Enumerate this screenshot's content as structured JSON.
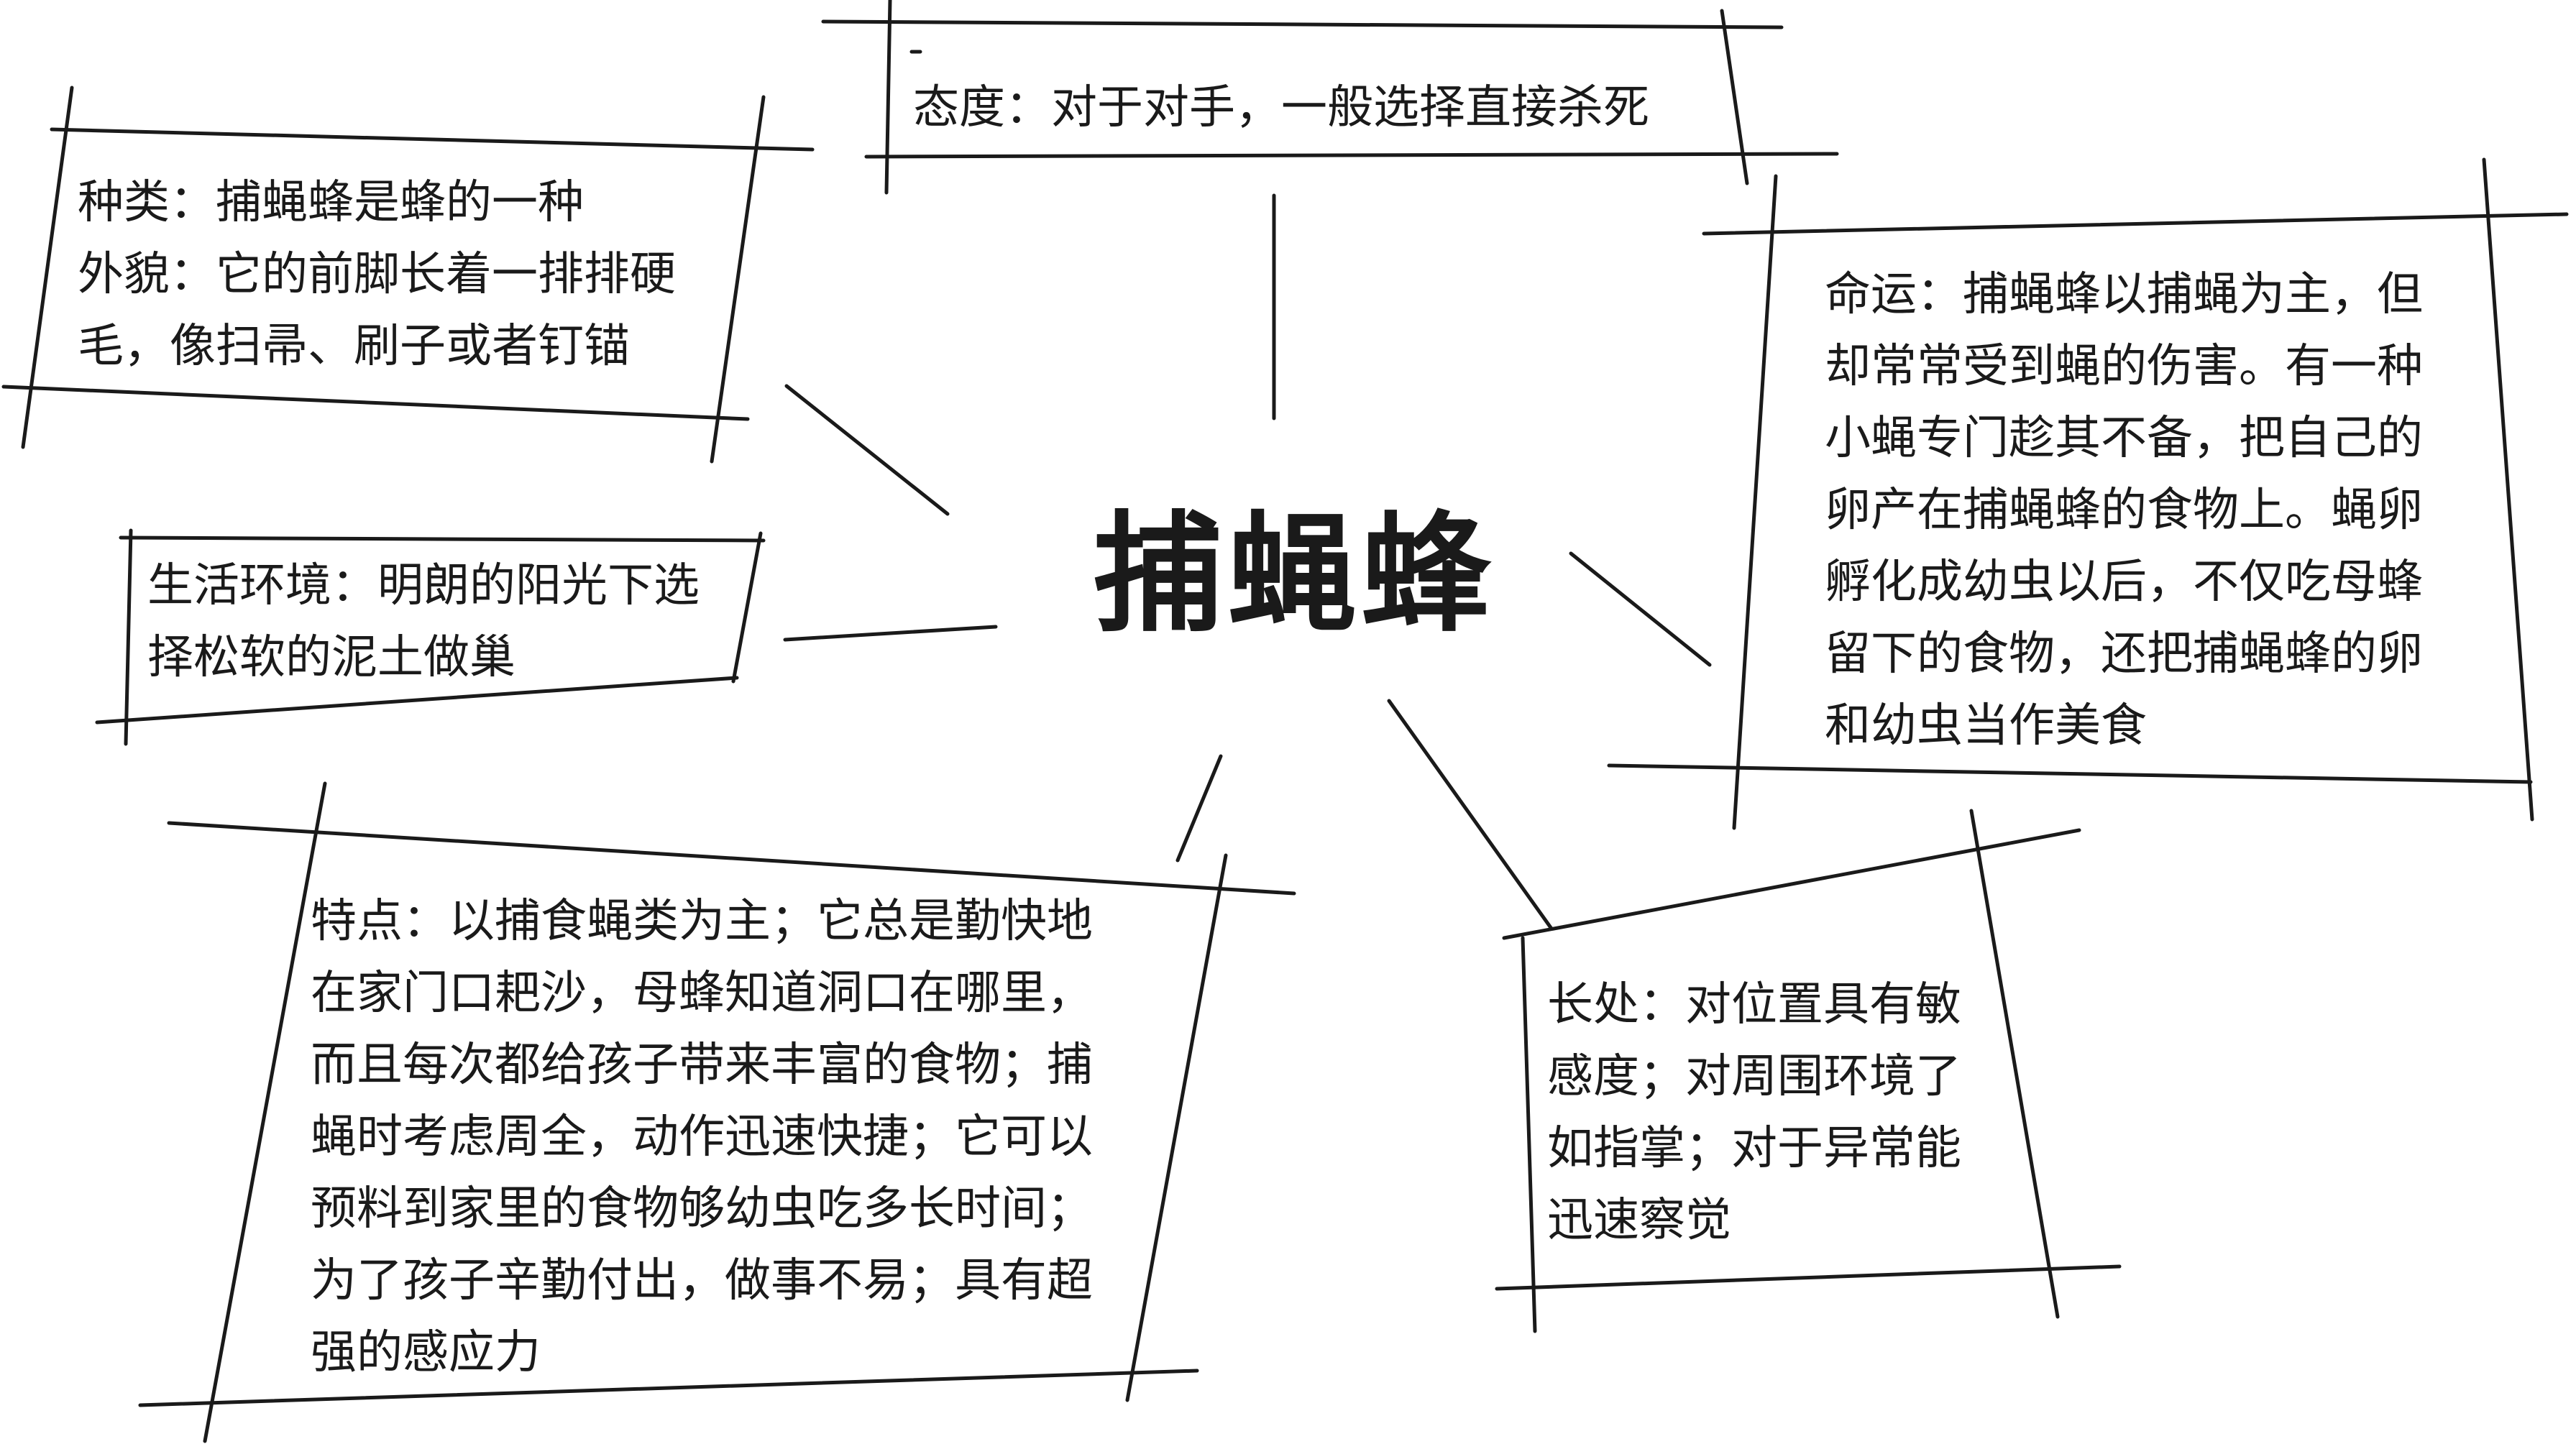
{
  "diagram": {
    "center": {
      "label": "捕蝇蜂"
    },
    "nodes": {
      "attitude": {
        "lines": [
          "态度：对于对手，一般选择直接杀死"
        ]
      },
      "type": {
        "lines": [
          "种类：捕蝇蜂是蜂的一种",
          "外貌：它的前脚长着一排排硬",
          "毛，像扫帚、刷子或者钉锚"
        ]
      },
      "habitat": {
        "lines": [
          "生活环境：明朗的阳光下选",
          "择松软的泥土做巢"
        ]
      },
      "fate": {
        "lines": [
          "命运：捕蝇蜂以捕蝇为主，但",
          "却常常受到蝇的伤害。有一种",
          "小蝇专门趁其不备，把自己的",
          "卵产在捕蝇蜂的食物上。蝇卵",
          "孵化成幼虫以后，不仅吃母蜂",
          "留下的食物，还把捕蝇蜂的卵",
          "和幼虫当作美食"
        ]
      },
      "features": {
        "lines": [
          "特点：以捕食蝇类为主；它总是勤快地",
          "在家门口耙沙，母蜂知道洞口在哪里，",
          "而且每次都给孩子带来丰富的食物；捕",
          "蝇时考虑周全，动作迅速快捷；它可以",
          "预料到家里的食物够幼虫吃多长时间；",
          "为了孩子辛勤付出，做事不易；具有超",
          "强的感应力"
        ]
      },
      "strengths": {
        "lines": [
          "长处：对位置具有敏",
          "感度；对周围环境了",
          "如指掌；对于异常能",
          "迅速察觉"
        ]
      }
    }
  }
}
